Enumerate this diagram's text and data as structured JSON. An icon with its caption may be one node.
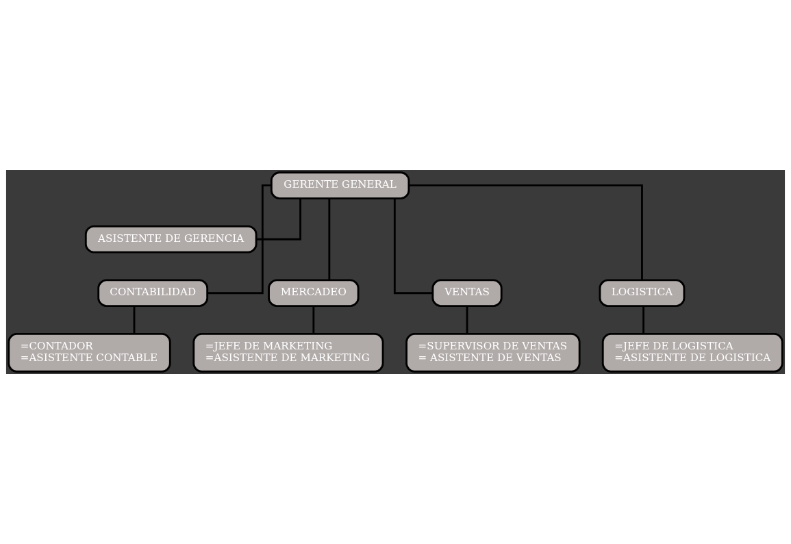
{
  "diagram": {
    "nodes": [
      {
        "text": [
          "GERENTE GENERAL"
        ]
      },
      {
        "text": [
          "ASISTENTE DE GERENCIA"
        ]
      },
      {
        "text": [
          "CONTABILIDAD"
        ]
      },
      {
        "text": [
          "MERCADEO"
        ]
      },
      {
        "text": [
          "VENTAS"
        ]
      },
      {
        "text": [
          "LOGISTICA"
        ]
      },
      {
        "text": [
          "=CONTADOR",
          "=ASISTENTE CONTABLE"
        ]
      },
      {
        "text": [
          "=JEFE DE MARKETING",
          "=ASISTENTE DE MARKETING"
        ]
      },
      {
        "text": [
          "=SUPERVISOR DE VENTAS",
          "= ASISTENTE DE VENTAS"
        ]
      },
      {
        "text": [
          "=JEFE DE LOGISTICA",
          "=ASISTENTE DE LOGISTICA"
        ]
      }
    ],
    "edges": [
      {
        "from": 0,
        "to": 1,
        "arrow": "none"
      },
      {
        "from": 0,
        "to": 2,
        "arrow": "none"
      },
      {
        "from": 0,
        "to": 3,
        "arrow": "none"
      },
      {
        "from": 0,
        "to": 4,
        "arrow": "none"
      },
      {
        "from": 0,
        "to": 5,
        "arrow": "none"
      },
      {
        "from": 2,
        "to": 6,
        "arrow": "none"
      },
      {
        "from": 3,
        "to": 7,
        "arrow": "none"
      },
      {
        "from": 4,
        "to": 8,
        "arrow": "none"
      },
      {
        "from": 5,
        "to": 9,
        "arrow": "none"
      }
    ]
  }
}
